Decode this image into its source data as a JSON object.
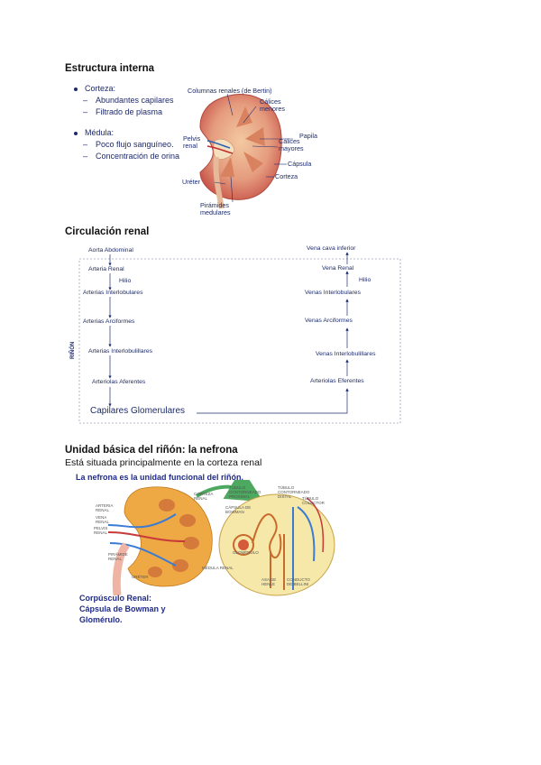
{
  "section1": {
    "title": "Estructura interna",
    "bullets": [
      {
        "label": "Corteza:",
        "subs": [
          "Abundantes capilares",
          "Filtrado de plasma"
        ]
      },
      {
        "label": "Médula:",
        "subs": [
          "Poco flujo sanguíneo.",
          "Concentración de orina"
        ]
      }
    ],
    "kidney_labels": {
      "columnas": "Columnas renales (de Bertin)",
      "calices_menores": "Cálices\nmenores",
      "papila": "Papila",
      "calices_mayores": "Cálices\nmayores",
      "pelvis": "Pelvis\nrenal",
      "capsula": "Cápsula",
      "corteza": "Corteza",
      "ureter": "Uréter",
      "piramides": "Pirámides\nmedulares"
    }
  },
  "section2": {
    "title": "Circulación renal",
    "side_label": "RIÑÓN",
    "left_flow": [
      "Aorta Abdominal",
      "Arteria Renal",
      "Arterias Interlobulares",
      "Arterias Arciformes",
      "Arterias Interlobulillares",
      "Arteriolas Aferentes"
    ],
    "right_flow": [
      "Vena cava inferior",
      "Vena Renal",
      "Venas Interlobulares",
      "Venas Arciformes",
      "Venas Interlobulillares",
      "Arteriolas Eferentes"
    ],
    "hilio_left": "Hilio",
    "hilio_right": "Hilio",
    "capilares": "Capilares Glomerulares"
  },
  "section3": {
    "title": "Unidad básica del riñón: la nefrona",
    "subtitle": "Está situada principalmente en la corteza renal",
    "figure_caption": "La nefrona es la unidad funcional del riñón.",
    "corpusculo_text": [
      "Corpúsculo Renal:",
      "Cápsula de Bowman y",
      "Glomérulo."
    ],
    "figure_labels": {
      "arteria_renal": "ARTERIA\nRENAL",
      "vena_renal": "VENA\nRENAL",
      "pelvis_renal": "PELVIS\nRENAL",
      "ureter": "URÉTER",
      "pelvis_min": "PIRÁMIDE\nRENAL",
      "corteza": "CORTEZA\nRENAL",
      "medula": "MÉDULA\nRENAL",
      "tubulo_prox": "TÚBULO\nCONTORNEADO\nPROXIMAL",
      "tubulo_dist": "TÚBULO\nCONTORNEADO\nDISTAL",
      "tubulo_col": "TÚBULO\nCOLECTOR",
      "capsula_bowman": "CÁPSULA DE\nBOWMAN",
      "glomerulo": "GLOMÉRULO",
      "asa_henle": "ASA DE\nHENLE",
      "conducto_bellini": "CONDUCTO\nDE BELLINI"
    }
  },
  "colors": {
    "text_blue": "#1d2c6e",
    "caption_blue": "#1f2a8a",
    "arrow_green": "#4da860",
    "circulation_box": "#9aa3b8"
  }
}
